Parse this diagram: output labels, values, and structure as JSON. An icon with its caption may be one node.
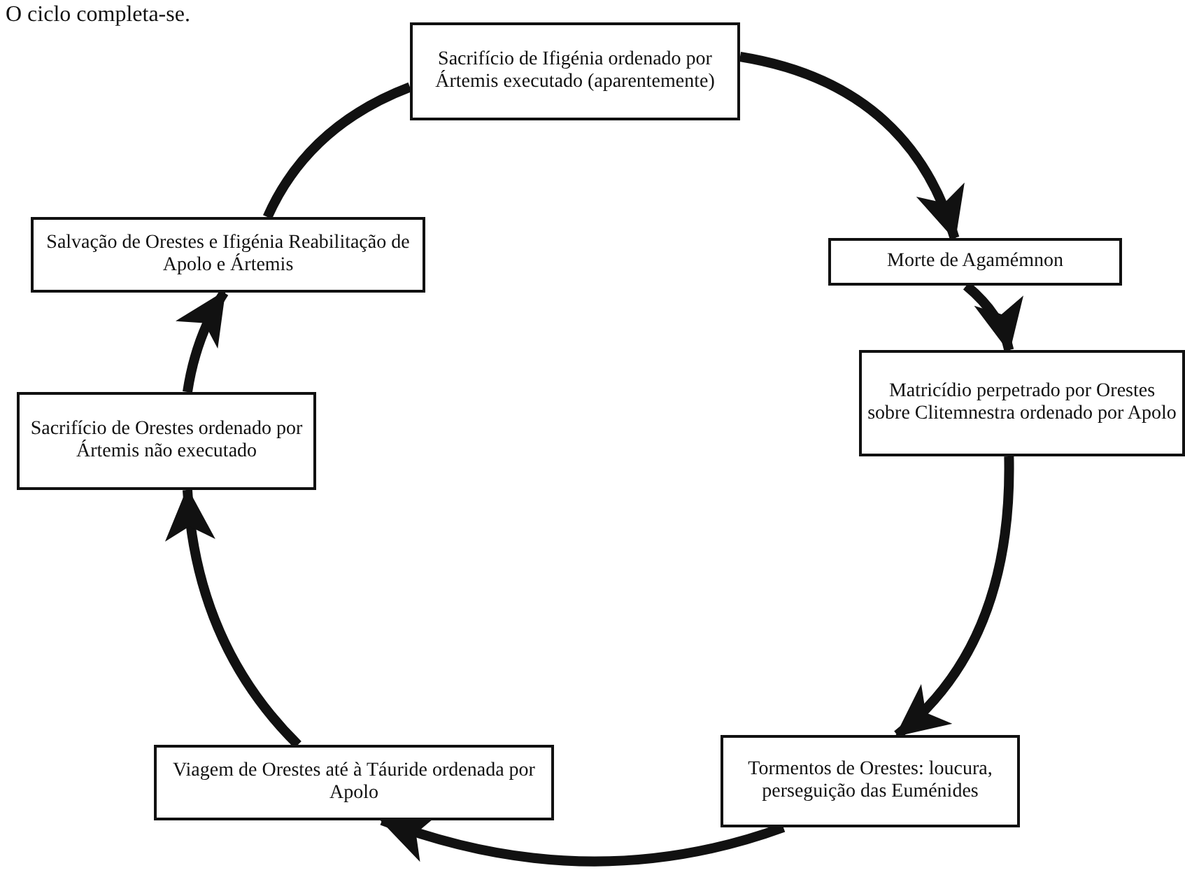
{
  "diagram": {
    "nodes": [
      {
        "text": [
          "Sacrifício de Ifigénia ordenado por Ártemis executado (aparentemente)"
        ]
      },
      {
        "text": [
          "Morte de Agamémnon"
        ]
      },
      {
        "text": [
          "Matricídio perpetrado por Orestes sobre Clitemnestra ordenado por Apolo"
        ]
      },
      {
        "text": [
          "Tormentos de Orestes: loucura, perseguição das Euménides"
        ]
      },
      {
        "text": [
          "Viagem de Orestes até à Táuride ordenada por Apolo"
        ]
      },
      {
        "text": [
          "Sacrifício de Orestes ordenado por Ártemis não executado"
        ]
      },
      {
        "text": [
          "Salvação de Orestes e Ifigénia Reabilitação de Apolo e Ártemis"
        ]
      }
    ],
    "edges": [
      {
        "from": 0,
        "to": 1,
        "arrow": "to"
      },
      {
        "from": 1,
        "to": 2,
        "arrow": "to"
      },
      {
        "from": 2,
        "to": 3,
        "arrow": "to"
      },
      {
        "from": 3,
        "to": 4,
        "arrow": "to"
      },
      {
        "from": 4,
        "to": 5,
        "arrow": "to"
      },
      {
        "from": 5,
        "to": 6,
        "arrow": "to"
      },
      {
        "from": 6,
        "to": 0,
        "arrow": "none"
      }
    ],
    "labels": [
      "O ciclo completa-se."
    ]
  }
}
